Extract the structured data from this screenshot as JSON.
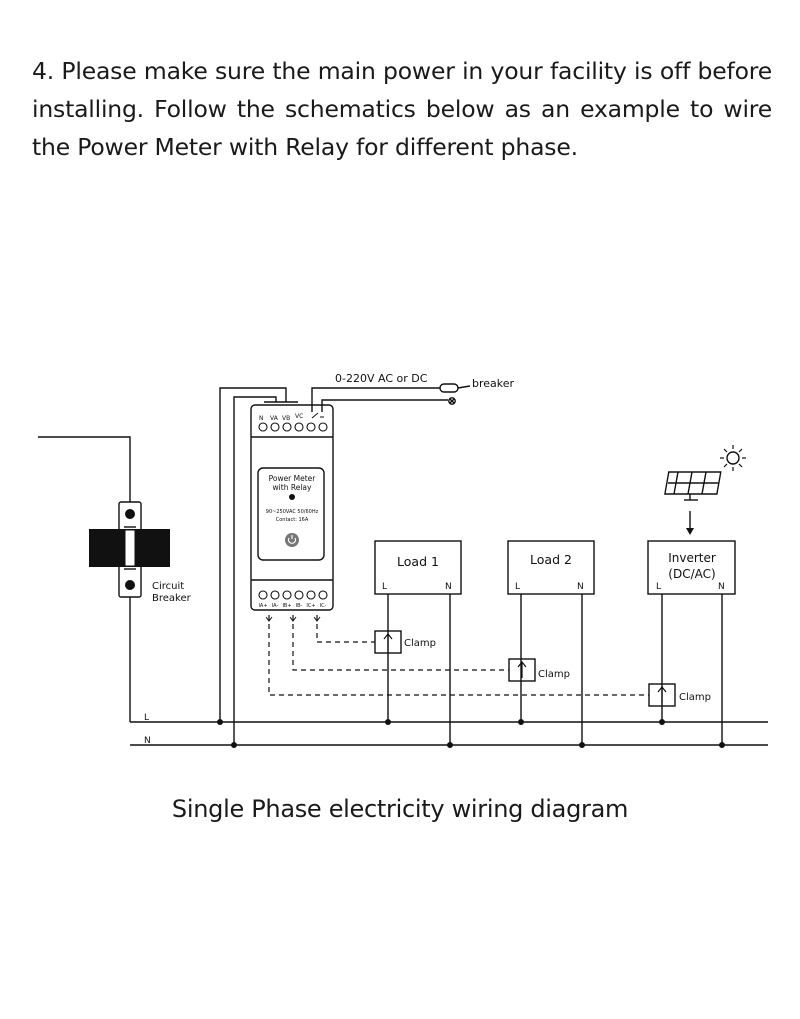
{
  "intro": {
    "line1": "4. Please make sure the main power in your facility is off before",
    "line2": "installing. Follow the schematics below as an example to wire",
    "line3": "the Power Meter with Relay for different phase."
  },
  "diagram": {
    "supply_label": "0-220V AC or DC",
    "breaker_label": "breaker",
    "terminals_top": [
      "N",
      "VA",
      "VB",
      "VC"
    ],
    "meter_title_1": "Power Meter",
    "meter_title_2": "with Relay",
    "meter_spec_1": "90~250VAC 50/60Hz",
    "meter_spec_2": "Contact: 16A",
    "terminals_bottom": [
      "IA+",
      "IA-",
      "IB+",
      "IB-",
      "IC+",
      "IC-"
    ],
    "circuit_breaker_1": "Circuit",
    "circuit_breaker_2": "Breaker",
    "load1": {
      "title": "Load 1",
      "l": "L",
      "n": "N"
    },
    "load2": {
      "title": "Load 2",
      "l": "L",
      "n": "N"
    },
    "inverter": {
      "title_1": "Inverter",
      "title_2": "(DC/AC)",
      "l": "L",
      "n": "N"
    },
    "clamp_label": "Clamp",
    "line_l": "L",
    "line_n": "N"
  },
  "caption": "Single Phase electricity wiring diagram"
}
